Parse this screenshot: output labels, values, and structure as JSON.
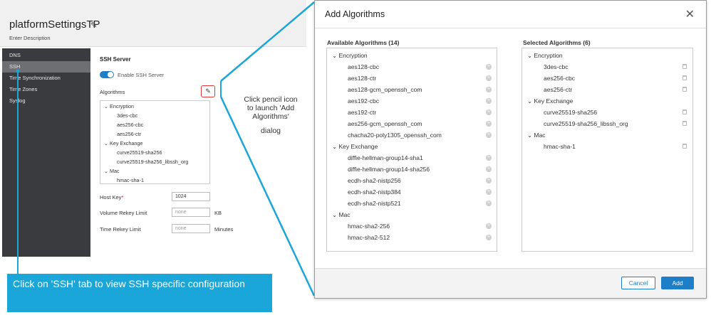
{
  "page": {
    "title": "platformSettingsTP",
    "description": "Enter Description",
    "sidebar": [
      "DNS",
      "SSH",
      "Time Synchronization",
      "Time Zones",
      "Syslog"
    ],
    "ssh_heading": "SSH Server",
    "enable_label": "Enable SSH Server",
    "algorithms_label": "Algorithms",
    "tree": {
      "encryption": "Encryption",
      "enc_items": [
        "3des-cbc",
        "aes256-cbc",
        "aes256-ctr"
      ],
      "kex": "Key Exchange",
      "kex_items": [
        "curve25519-sha256",
        "curve25519-sha256_libssh_org"
      ],
      "mac": "Mac",
      "mac_items": [
        "hmac-sha-1"
      ]
    },
    "host_key_label": "Host Key",
    "host_key_value": "1024",
    "volume_label": "Volume Rekey Limit",
    "volume_placeholder": "none",
    "volume_unit": "KB",
    "time_label": "Time Rekey Limit",
    "time_placeholder": "none",
    "time_unit": "Minutes"
  },
  "annotations": {
    "pencil_hint": "Click pencil icon to launch 'Add Algorithms'",
    "pencil_hint_2": "dialog",
    "ssh_callout": "Click on 'SSH' tab to view SSH specific configuration"
  },
  "dialog": {
    "title": "Add Algorithms",
    "available_title": "Available Algorithms (14)",
    "selected_title": "Selected Algorithms (6)",
    "available": {
      "encryption": "Encryption",
      "enc_items": [
        "aes128-cbc",
        "aes128-ctr",
        "aes128-gcm_openssh_com",
        "aes192-cbc",
        "aes192-ctr",
        "aes256-gcm_openssh_com",
        "chacha20-poly1305_openssh_com"
      ],
      "kex": "Key Exchange",
      "kex_items": [
        "diffie-hellman-group14-sha1",
        "diffie-hellman-group14-sha256",
        "ecdh-sha2-nistp256",
        "ecdh-sha2-nistp384",
        "ecdh-sha2-nistp521"
      ],
      "mac": "Mac",
      "mac_items": [
        "hmac-sha2-256",
        "hmac-sha2-512"
      ]
    },
    "selected": {
      "encryption": "Encryption",
      "enc_items": [
        "3des-cbc",
        "aes256-cbc",
        "aes256-ctr"
      ],
      "kex": "Key Exchange",
      "kex_items": [
        "curve25519-sha256",
        "curve25519-sha256_libssh_org"
      ],
      "mac": "Mac",
      "mac_items": [
        "hmac-sha-1"
      ]
    },
    "cancel_label": "Cancel",
    "add_label": "Add"
  },
  "colors": {
    "accent": "#1e7ec8",
    "callout": "#1aa6d9",
    "highlight": "#e0393e",
    "sidebar": "#3a3b3e"
  }
}
